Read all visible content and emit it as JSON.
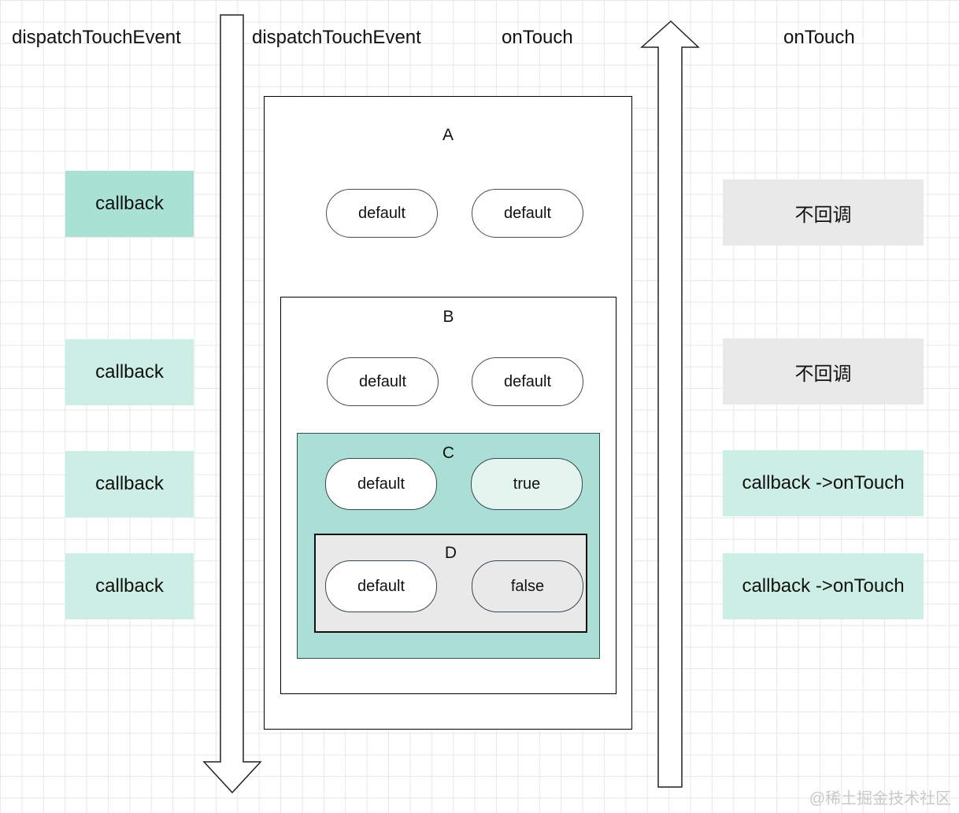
{
  "colors": {
    "mint-strong": "#a9e2d4",
    "mint-light": "#cdeee4",
    "mint-pill": "#e4f4ef",
    "teal-fill": "#abdfd6",
    "gray-fill": "#e9e9e9",
    "grid-line": "#e8e8e8",
    "ink": "#111111",
    "watermark": "#c9c9c9"
  },
  "top_labels": {
    "dispatch_outer": "dispatchTouchEvent",
    "dispatch_inner": "dispatchTouchEvent",
    "ontouch_inner": "onTouch",
    "ontouch_outer": "onTouch"
  },
  "left_column": {
    "items": [
      {
        "label": "callback"
      },
      {
        "label": "callback"
      },
      {
        "label": "callback"
      },
      {
        "label": "callback"
      }
    ]
  },
  "right_column": {
    "items": [
      {
        "label": "不回调"
      },
      {
        "label": "不回调"
      },
      {
        "label": "callback ->onTouch"
      },
      {
        "label": "callback ->onTouch"
      }
    ]
  },
  "views": {
    "a": {
      "label": "A",
      "pill_left": "default",
      "pill_right": "default"
    },
    "b": {
      "label": "B",
      "pill_left": "default",
      "pill_right": "default"
    },
    "c": {
      "label": "C",
      "pill_left": "default",
      "pill_right": "true"
    },
    "d": {
      "label": "D",
      "pill_left": "default",
      "pill_right": "false"
    }
  },
  "watermark": "@稀土掘金技术社区"
}
